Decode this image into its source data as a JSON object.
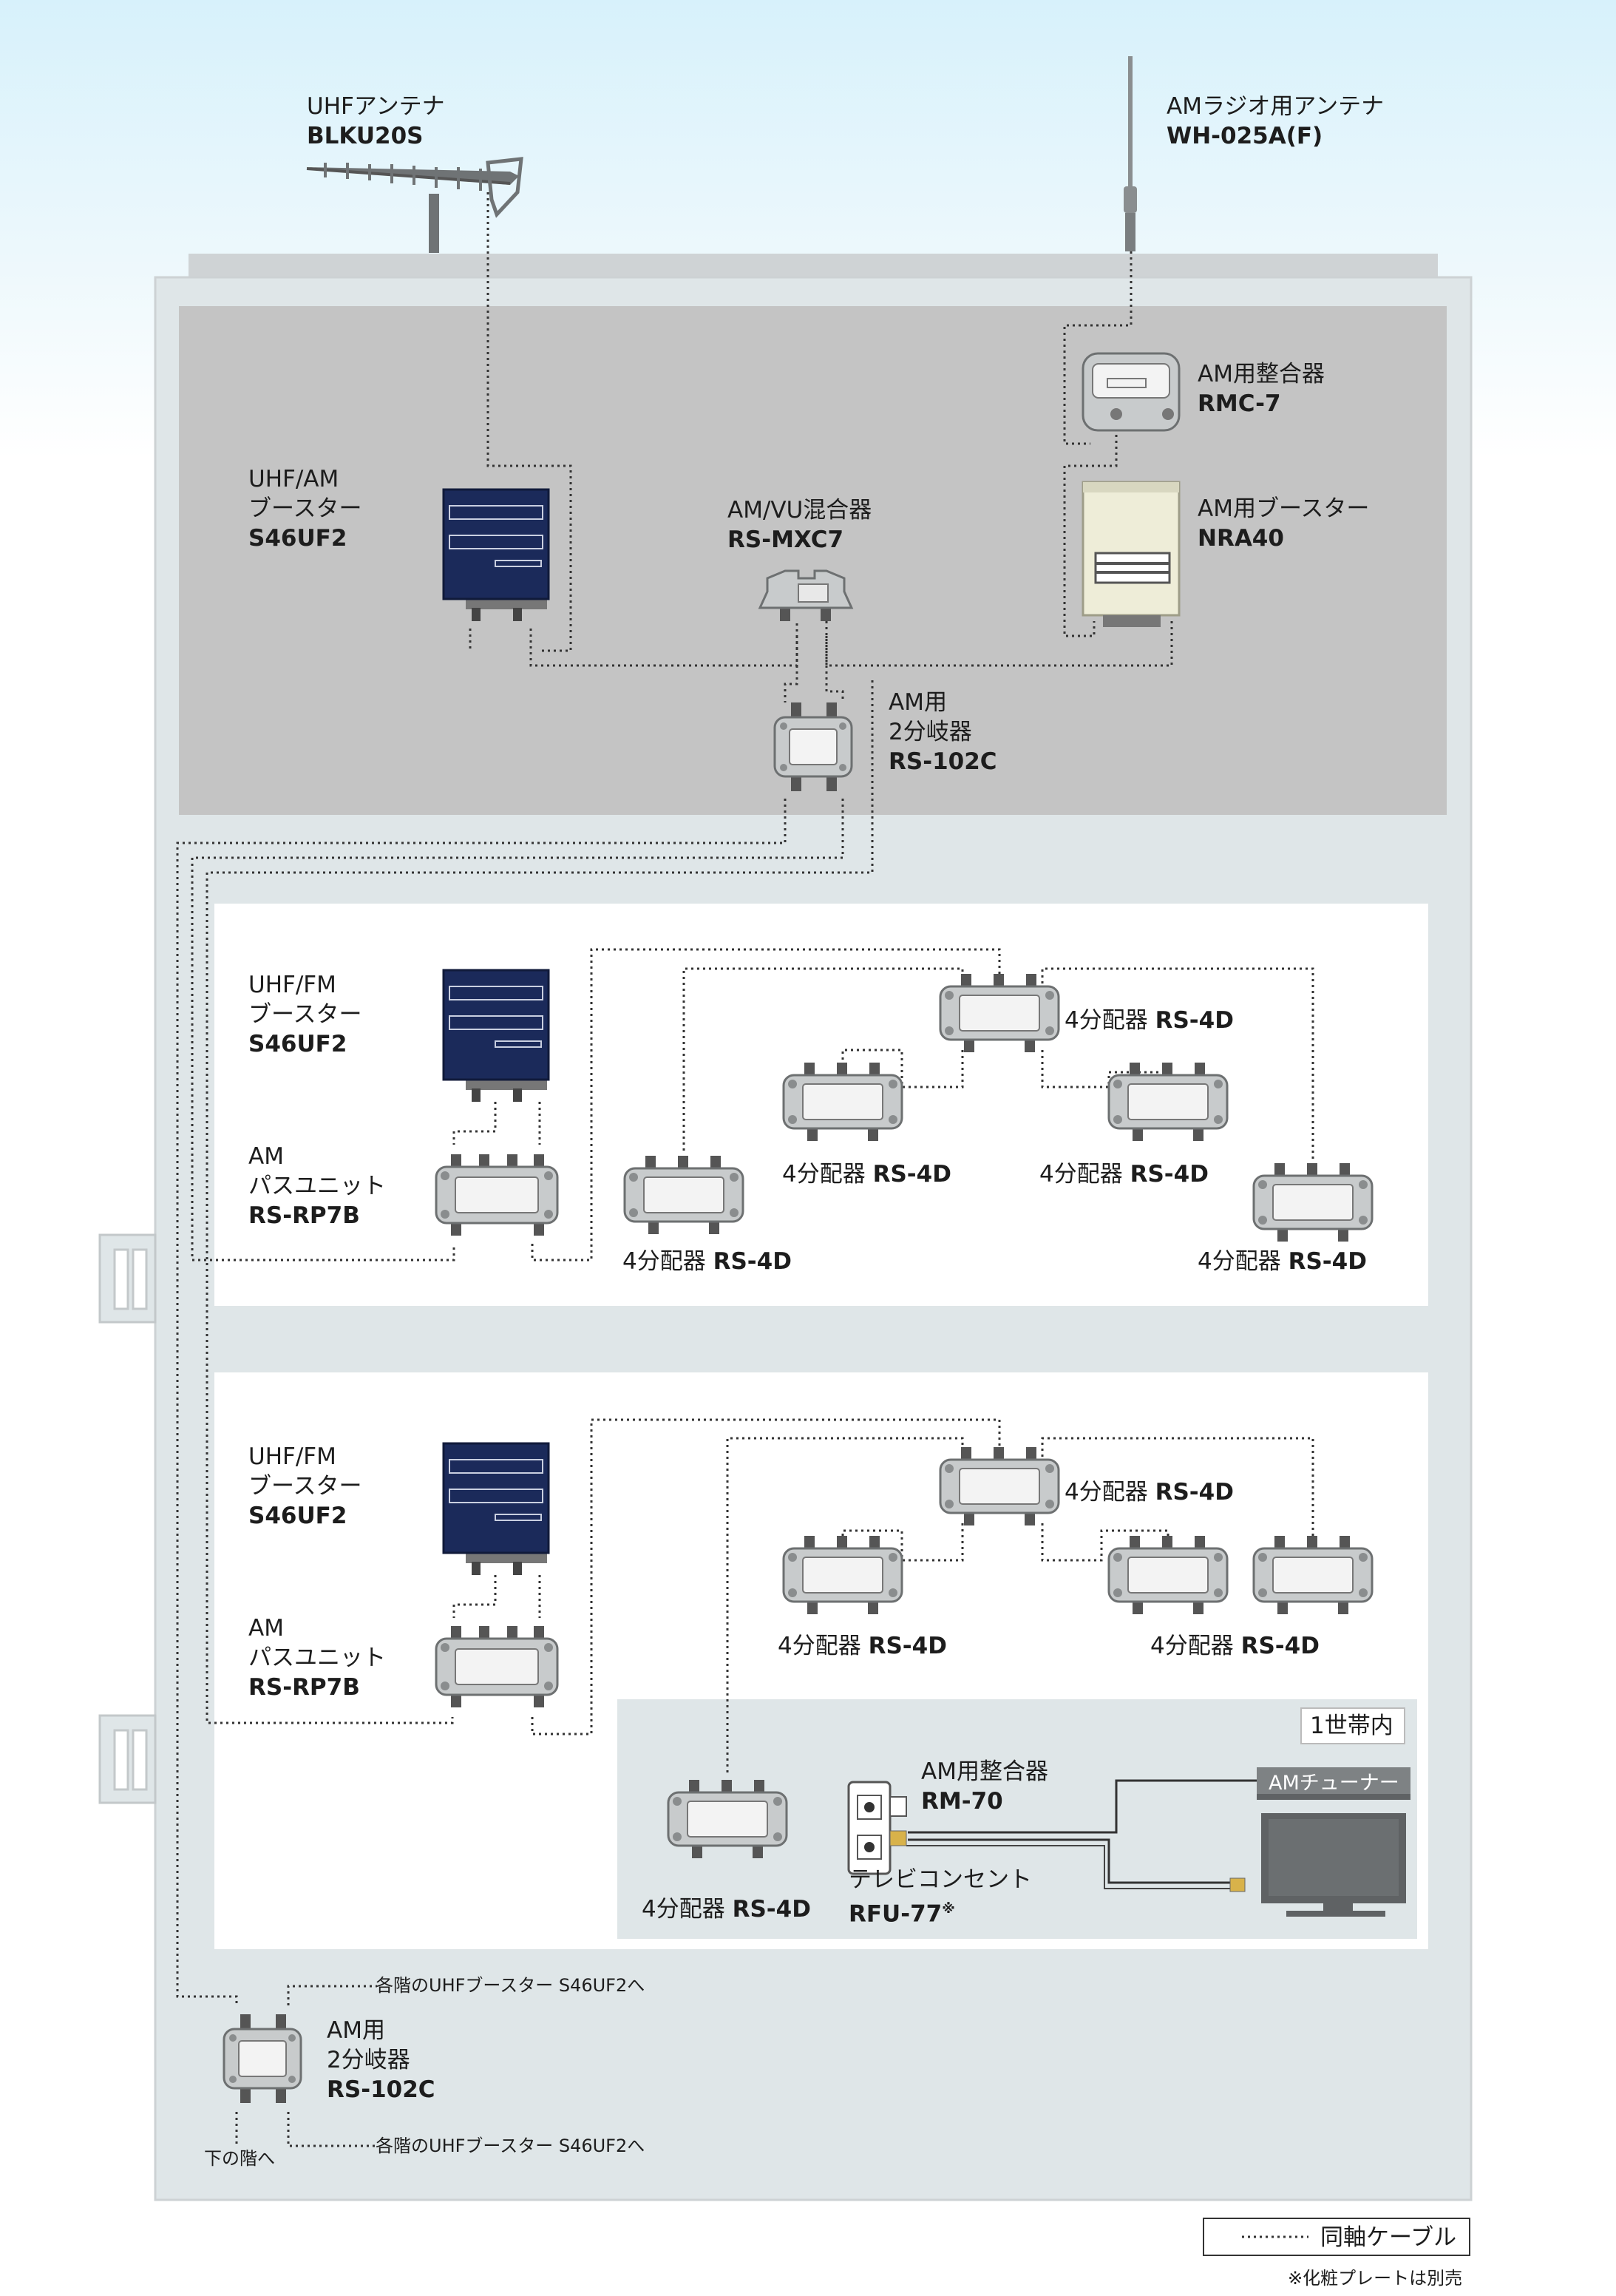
{
  "antennas": {
    "uhf": {
      "label": "UHFアンテナ",
      "model": "BLKU20S"
    },
    "am": {
      "label": "AMラジオ用アンテナ",
      "model": "WH-025A(F)"
    }
  },
  "roof": {
    "uhf_am_booster": {
      "line1": "UHF/AM",
      "line2": "ブースター",
      "model": "S46UF2"
    },
    "mixer": {
      "label": "AM/VU混合器",
      "model": "RS-MXC7"
    },
    "am_matcher": {
      "label": "AM用整合器",
      "model": "RMC-7"
    },
    "am_booster": {
      "label": "AM用ブースター",
      "model": "NRA40"
    },
    "am_splitter": {
      "line1": "AM用",
      "line2": "2分岐器",
      "model": "RS-102C"
    }
  },
  "floor1": {
    "booster": {
      "line1": "UHF/FM",
      "line2": "ブースター",
      "model": "S46UF2"
    },
    "pass_unit": {
      "line1": "AM",
      "line2": "パスユニット",
      "model": "RS-RP7B"
    },
    "distributor_label": "4分配器",
    "distributor_model": "RS-4D"
  },
  "floor2": {
    "booster": {
      "line1": "UHF/FM",
      "line2": "ブースター",
      "model": "S46UF2"
    },
    "pass_unit": {
      "line1": "AM",
      "line2": "パスユニット",
      "model": "RS-RP7B"
    },
    "distributor_label": "4分配器",
    "distributor_model": "RS-4D",
    "unit": {
      "title": "1世帯内",
      "matcher": {
        "label": "AM用整合器",
        "model": "RM-70"
      },
      "outlet": {
        "label": "テレビコンセント",
        "model": "RFU-77",
        "mark": "※"
      },
      "tuner": "AMチューナー"
    }
  },
  "basement": {
    "splitter": {
      "line1": "AM用",
      "line2": "2分岐器",
      "model": "RS-102C"
    },
    "to_boosters": "各階のUHFブースター S46UF2へ",
    "to_lower": "下の階へ"
  },
  "legend": {
    "coax": "同軸ケーブル"
  },
  "footnote": "※化粧プレートは別売",
  "colors": {
    "booster_navy": "#1b2a5a",
    "cream": "#eeedd8",
    "roof_gray": "#c4c4c4",
    "building": "#dfe6e8"
  }
}
